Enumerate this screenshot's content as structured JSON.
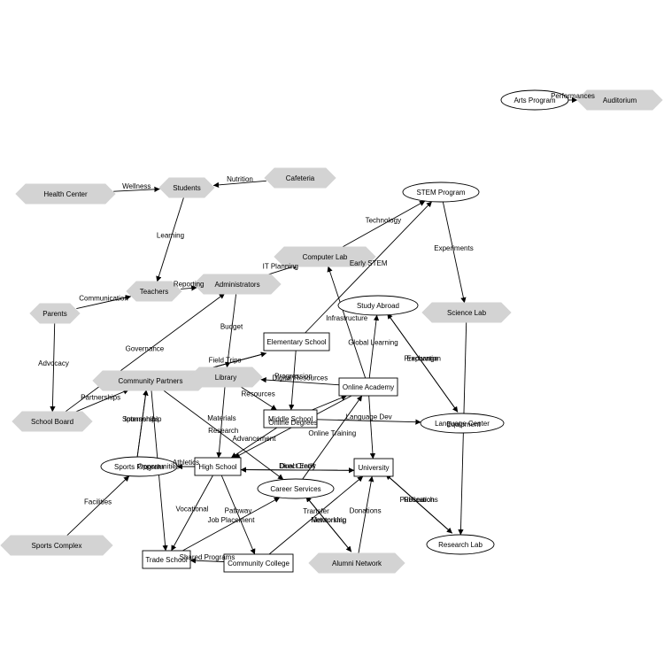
{
  "colors": {
    "node_fill": "#d3d3d3",
    "box_stroke": "#000000",
    "edge": "#000000",
    "text": "#000000",
    "background": "#ffffff"
  },
  "nodes": [
    {
      "id": "arts",
      "label": "Arts Program",
      "shape": "ellipse"
    },
    {
      "id": "auditorium",
      "label": "Auditorium",
      "shape": "hexagon"
    },
    {
      "id": "health",
      "label": "Health Center",
      "shape": "hexagon"
    },
    {
      "id": "students",
      "label": "Students",
      "shape": "hexagon"
    },
    {
      "id": "cafeteria",
      "label": "Cafeteria",
      "shape": "hexagon"
    },
    {
      "id": "stem",
      "label": "STEM Program",
      "shape": "ellipse"
    },
    {
      "id": "complab",
      "label": "Computer Lab",
      "shape": "hexagon"
    },
    {
      "id": "teachers",
      "label": "Teachers",
      "shape": "hexagon"
    },
    {
      "id": "admins",
      "label": "Administrators",
      "shape": "hexagon"
    },
    {
      "id": "parents",
      "label": "Parents",
      "shape": "hexagon"
    },
    {
      "id": "studyabroad",
      "label": "Study Abroad",
      "shape": "ellipse"
    },
    {
      "id": "sciencelab",
      "label": "Science Lab",
      "shape": "hexagon"
    },
    {
      "id": "elementary",
      "label": "Elementary School",
      "shape": "box"
    },
    {
      "id": "compartners",
      "label": "Community Partners",
      "shape": "hexagon"
    },
    {
      "id": "library",
      "label": "Library",
      "shape": "hexagon"
    },
    {
      "id": "online",
      "label": "Online Academy",
      "shape": "box"
    },
    {
      "id": "schoolboard",
      "label": "School Board",
      "shape": "hexagon"
    },
    {
      "id": "middle",
      "label": "Middle School",
      "shape": "box"
    },
    {
      "id": "langcenter",
      "label": "Language Center",
      "shape": "ellipse"
    },
    {
      "id": "sports",
      "label": "Sports Program",
      "shape": "ellipse"
    },
    {
      "id": "high",
      "label": "High School",
      "shape": "box"
    },
    {
      "id": "university",
      "label": "University",
      "shape": "box"
    },
    {
      "id": "career",
      "label": "Career Services",
      "shape": "ellipse"
    },
    {
      "id": "sportscomplex",
      "label": "Sports Complex",
      "shape": "hexagon"
    },
    {
      "id": "trade",
      "label": "Trade School",
      "shape": "box"
    },
    {
      "id": "cc",
      "label": "Community College",
      "shape": "box"
    },
    {
      "id": "alumni",
      "label": "Alumni Network",
      "shape": "hexagon"
    },
    {
      "id": "research",
      "label": "Research Lab",
      "shape": "ellipse"
    }
  ],
  "edges": [
    {
      "from": "arts",
      "to": "auditorium",
      "label": "Performances"
    },
    {
      "from": "health",
      "to": "students",
      "label": "Wellness"
    },
    {
      "from": "cafeteria",
      "to": "students",
      "label": "Nutrition"
    },
    {
      "from": "students",
      "to": "teachers",
      "label": "Learning"
    },
    {
      "from": "teachers",
      "to": "admins",
      "label": "Reporting"
    },
    {
      "from": "parents",
      "to": "teachers",
      "label": "Communication"
    },
    {
      "from": "parents",
      "to": "schoolboard",
      "label": "Advocacy"
    },
    {
      "from": "admins",
      "to": "complab",
      "label": "IT Planning"
    },
    {
      "from": "complab",
      "to": "stem",
      "label": "Technology"
    },
    {
      "from": "stem",
      "to": "sciencelab",
      "label": "Experiments"
    },
    {
      "from": "elementary",
      "to": "stem",
      "label": "Early STEM"
    },
    {
      "from": "admins",
      "to": "library",
      "label": "Budget"
    },
    {
      "from": "schoolboard",
      "to": "admins",
      "label": "Governance"
    },
    {
      "from": "schoolboard",
      "to": "compartners",
      "label": "Partnerships"
    },
    {
      "from": "elementary",
      "to": "compartners",
      "label": "Field Trips"
    },
    {
      "from": "compartners",
      "to": "elementary",
      "label": ""
    },
    {
      "from": "elementary",
      "to": "middle",
      "label": "Progression"
    },
    {
      "from": "library",
      "to": "middle",
      "label": "Resources"
    },
    {
      "from": "online",
      "to": "library",
      "label": "Digital Resources"
    },
    {
      "from": "online",
      "to": "complab",
      "label": "Infrastructure"
    },
    {
      "from": "online",
      "to": "studyabroad",
      "label": "Global Learning"
    },
    {
      "from": "online",
      "to": "university",
      "label": ""
    },
    {
      "from": "middle",
      "to": "online",
      "label": ""
    },
    {
      "from": "middle",
      "to": "high",
      "label": "Advancement"
    },
    {
      "from": "middle",
      "to": "langcenter",
      "label": "Language Dev"
    },
    {
      "from": "library",
      "to": "high",
      "label": "Materials"
    },
    {
      "from": "compartners",
      "to": "career",
      "label": "Research"
    },
    {
      "from": "compartners",
      "to": "trade",
      "label": "Opportunities"
    },
    {
      "from": "sports",
      "to": "compartners",
      "label": "Sponsorship"
    },
    {
      "from": "high",
      "to": "sports",
      "label": "Athletics"
    },
    {
      "from": "high",
      "to": "university",
      "label": "Direct Entry"
    },
    {
      "from": "university",
      "to": "high",
      "label": "Dual Credit"
    },
    {
      "from": "high",
      "to": "trade",
      "label": "Vocational"
    },
    {
      "from": "high",
      "to": "cc",
      "label": "Pathway"
    },
    {
      "from": "career",
      "to": "online",
      "label": "Online Training"
    },
    {
      "from": "trade",
      "to": "career",
      "label": "Job Placement"
    },
    {
      "from": "cc",
      "to": "trade",
      "label": "Shared Programs"
    },
    {
      "from": "cc",
      "to": "university",
      "label": "Transfer"
    },
    {
      "from": "career",
      "to": "alumni",
      "label": "Mentorship"
    },
    {
      "from": "alumni",
      "to": "career",
      "label": "Networking"
    },
    {
      "from": "alumni",
      "to": "university",
      "label": "Donations"
    },
    {
      "from": "studyabroad",
      "to": "langcenter",
      "label": "Preparation"
    },
    {
      "from": "langcenter",
      "to": "studyabroad",
      "label": "Exchange"
    },
    {
      "from": "sciencelab",
      "to": "research",
      "label": "Equipment"
    },
    {
      "from": "university",
      "to": "research",
      "label": "Research"
    },
    {
      "from": "research",
      "to": "university",
      "label": "Publications"
    },
    {
      "from": "sportscomplex",
      "to": "sports",
      "label": "Facilities"
    },
    {
      "from": "sports",
      "to": "compartners",
      "label": "Internships"
    },
    {
      "from": "online",
      "to": "high",
      "label": "Online Degrees"
    }
  ]
}
